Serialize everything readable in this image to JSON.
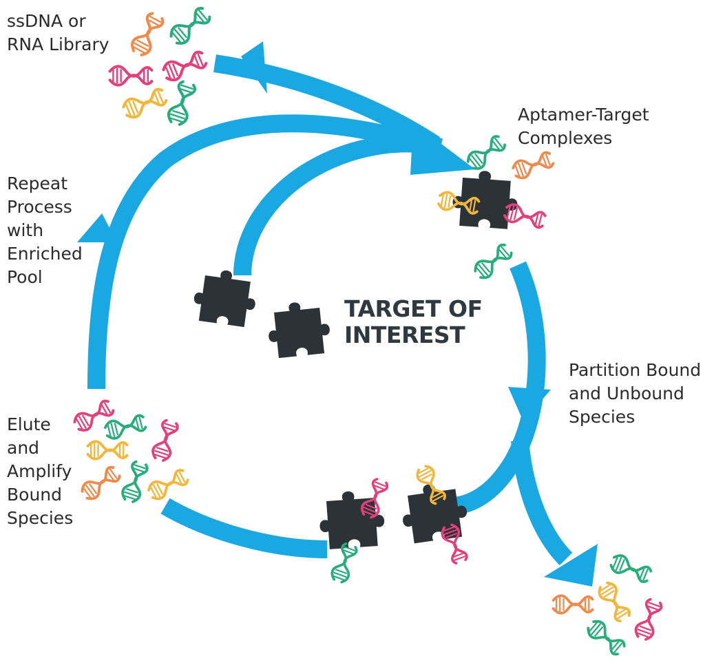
{
  "labels": {
    "library": "ssDNA or\nRNA Library",
    "complexes": "Aptamer-Target\nComplexes",
    "repeat": "Repeat\nProcess\nwith\nEnriched\nPool",
    "partition": "Partition Bound\nand Unbound\nSpecies",
    "elute": "Elute\nand\nAmplify\nBound\nSpecies",
    "target": "TARGET OF\nINTEREST"
  },
  "colors": {
    "arrow": "#1aa8e2",
    "puzzle": "#2b3238",
    "strand_pink": "#e23f7b",
    "strand_green": "#27ad7b",
    "strand_orange": "#ef8a4b",
    "strand_yellow": "#f2b63a"
  },
  "icons": {
    "arrow": "cycle-arrow",
    "puzzle": "puzzle-piece-icon",
    "strand": "dna-strand-icon"
  }
}
